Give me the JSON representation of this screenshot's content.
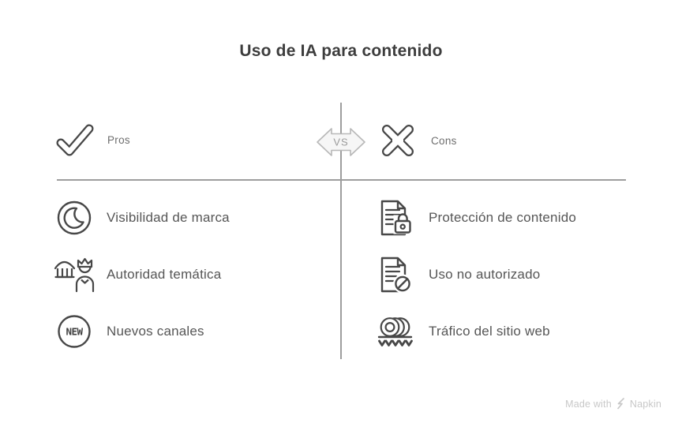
{
  "title": "Uso de IA para contenido",
  "vs": {
    "label": "VS",
    "icon": "vs-double-arrow-icon",
    "fill": "#f6f6f6",
    "border": "#b8b8b8",
    "text_color": "#9b9b9b"
  },
  "pros": {
    "label": "Pros",
    "icon": "checkmark-icon",
    "items": [
      {
        "icon": "crescent-circle-icon",
        "label": "Visibilidad de marca"
      },
      {
        "icon": "tent-king-icon",
        "label": "Autoridad temática"
      },
      {
        "icon": "new-badge-icon",
        "badge_text": "NEW",
        "label": "Nuevos canales"
      }
    ]
  },
  "cons": {
    "label": "Cons",
    "icon": "cross-icon",
    "items": [
      {
        "icon": "document-lock-icon",
        "label": "Protección de contenido"
      },
      {
        "icon": "document-blocked-icon",
        "label": "Uso no autorizado"
      },
      {
        "icon": "rolling-rings-traffic-icon",
        "label": "Tráfico del sitio web"
      }
    ]
  },
  "watermark": {
    "made_with": "Made with",
    "brand": "Napkin"
  },
  "colors": {
    "icon_stroke": "#474747",
    "item_text": "#565656",
    "header_label": "#6e6e6e",
    "title_text": "#3d3d3d",
    "divider": "#9e9e9e",
    "watermark": "#c8c8c8",
    "background": "#ffffff"
  }
}
